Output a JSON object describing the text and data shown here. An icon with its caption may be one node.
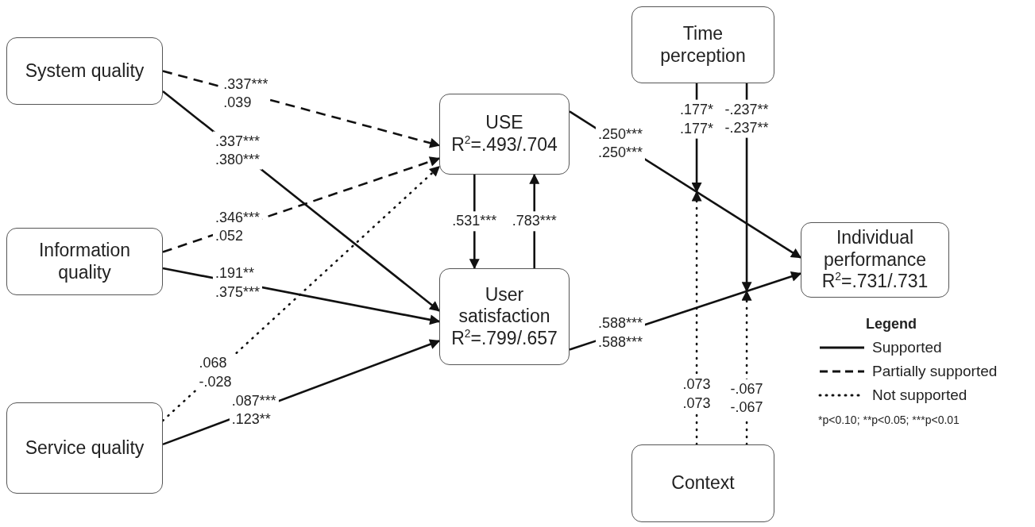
{
  "diagram": {
    "nodes": [
      {
        "text": [
          "System quality"
        ]
      },
      {
        "text": [
          "Information quality"
        ]
      },
      {
        "text": [
          "Service quality"
        ]
      },
      {
        "text": [
          "USE",
          "R$^{2}$=.493/.704"
        ]
      },
      {
        "text": [
          "User satisfaction",
          "R$^{2}$=.799/.657"
        ]
      },
      {
        "text": [
          "Time perception"
        ]
      },
      {
        "text": [
          "Individual performance",
          "R$^{2}$=.731/.731"
        ]
      },
      {
        "text": [
          "Context"
        ]
      }
    ],
    "edges": [
      {
        "from": 0,
        "to": 3,
        "arrow": "to",
        "style": "dashed",
        "label": ".337*** .039"
      },
      {
        "from": 0,
        "to": 4,
        "arrow": "to",
        "label": ".337*** .380***"
      },
      {
        "from": 1,
        "to": 3,
        "arrow": "to",
        "style": "dashed",
        "label": ".346*** .052"
      },
      {
        "from": 1,
        "to": 4,
        "arrow": "to",
        "label": ".191** .375***"
      },
      {
        "from": 2,
        "to": 3,
        "arrow": "to",
        "style": "dashed",
        "label": ".068 -.028"
      },
      {
        "from": 2,
        "to": 4,
        "arrow": "to",
        "label": ".087*** .123**"
      },
      {
        "from": 3,
        "to": 4,
        "arrow": "to",
        "label": ".531***"
      },
      {
        "from": 4,
        "to": 3,
        "arrow": "to",
        "label": ".783***"
      },
      {
        "from": 3,
        "to": 6,
        "arrow": "to",
        "label": ".250*** .250***"
      },
      {
        "from": 4,
        "to": 6,
        "arrow": "to",
        "label": ".588*** .588***"
      },
      {
        "from": 5,
        "to": null,
        "arrow": "to",
        "label": ".177* .177*"
      },
      {
        "from": 5,
        "to": null,
        "arrow": "to",
        "label": "-.237** -.237**"
      },
      {
        "from": 7,
        "to": null,
        "arrow": "to",
        "style": "dashed",
        "label": ".073 .073"
      },
      {
        "from": 7,
        "to": null,
        "arrow": "to",
        "style": "dashed",
        "label": "-.067 -.067"
      }
    ],
    "labels": [
      "Legend",
      "*p<0.10;  **p<0.05;  ***p<0.01"
    ],
    "legend": [
      {
        "text": "Supported"
      },
      {
        "text": "Partially supported"
      },
      {
        "text": "Not supported"
      }
    ]
  }
}
